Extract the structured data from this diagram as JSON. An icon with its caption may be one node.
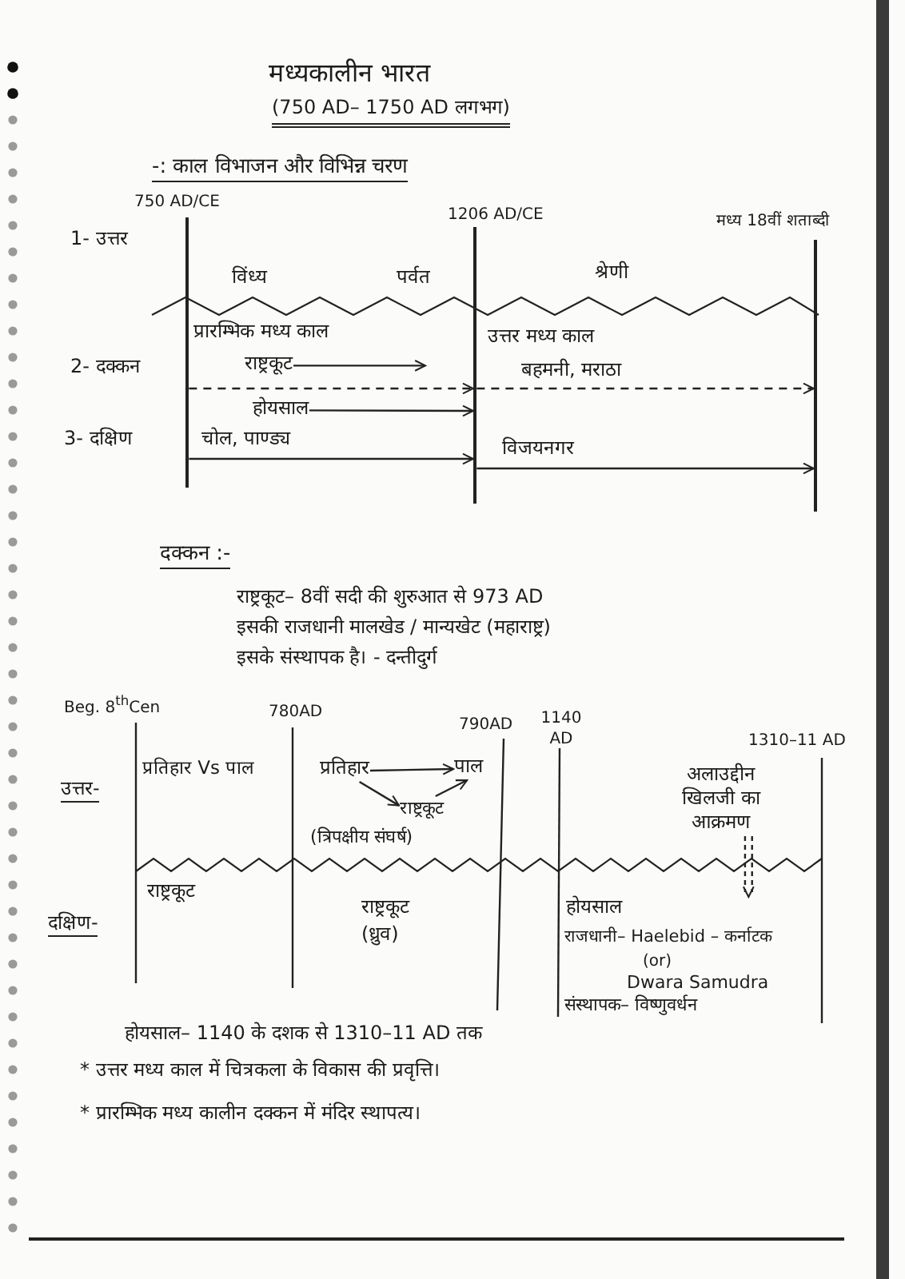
{
  "diagram": {
    "title": "मध्यकालीन भारत",
    "nodes": [
      {
        "text": [],
        "shape": "bar",
        "beside": [
          "750 AD/CE"
        ]
      },
      {
        "text": [],
        "shape": "bar",
        "beside": [
          "1206 AD/CE"
        ]
      },
      {
        "text": [],
        "shape": "bar",
        "beside": [
          "मध्य 18वीं शताब्दी"
        ]
      },
      {
        "text": [
          "राष्ट्रकूट"
        ]
      },
      {
        "text": [
          "होयसाल"
        ]
      },
      {
        "text": [
          "प्रतिहार"
        ]
      },
      {
        "text": [
          "पाल"
        ]
      },
      {
        "text": [
          "राष्ट्रकूट"
        ]
      },
      {
        "text": [
          "अलाउद्दीन खिलजी का आक्रमण"
        ]
      }
    ],
    "edges": [
      {
        "from": 3,
        "to": null,
        "arrow": "to"
      },
      {
        "from": 0,
        "to": 1,
        "arrow": "to",
        "style": "dashed"
      },
      {
        "from": 1,
        "to": 2,
        "arrow": "to",
        "style": "dashed",
        "label": "बहमनी, मराठा"
      },
      {
        "from": 4,
        "to": 1,
        "arrow": "to"
      },
      {
        "from": 0,
        "to": 1,
        "arrow": "to",
        "label": "चोल, पाण्ड्य"
      },
      {
        "from": 1,
        "to": 2,
        "arrow": "to",
        "label": "विजयनगर"
      },
      {
        "from": 5,
        "to": 6,
        "arrow": "to"
      },
      {
        "from": 5,
        "to": 7,
        "arrow": "to"
      },
      {
        "from": 7,
        "to": 6,
        "arrow": "to"
      },
      {
        "from": 8,
        "to": null,
        "arrow": "to",
        "style": "dashed"
      }
    ],
    "labels": [
      "(750 AD– 1750 AD लगभग)",
      "-: काल विभाजन और विभिन्न चरण",
      "1- उत्तर",
      "विंध्य",
      "पर्वत",
      "श्रेणी",
      "प्रारम्भिक मध्य काल",
      "उत्तर मध्य काल",
      "2- दक्कन",
      "3- दक्षिण",
      "दक्कन :-",
      "राष्ट्रकूट– 8वीं सदी की शुरुआत से 973 AD",
      "इसकी राजधानी मालखेड / मान्यखेट (महाराष्ट्र)",
      "इसके संस्थापक है। - दन्तीदुर्ग",
      "Beg. 8$^{th}$Cen",
      "780AD",
      "790AD",
      "1140 AD",
      "1310–11 AD",
      "उत्तर-",
      "प्रतिहार Vs पाल",
      "(त्रिपक्षीय संघर्ष)",
      "दक्षिण-",
      "राष्ट्रकूट",
      "राष्ट्रकूट",
      "(ध्रुव)",
      "होयसाल",
      "राजधानी– Haelebid – कर्नाटक",
      "(or)",
      "Dwara Samudra",
      "संस्थापक– विष्णुवर्धन",
      "होयसाल– 1140 के दशक से 1310–11 AD तक",
      "* उत्तर मध्य काल में चित्रकला के विकास की प्रवृत्ति।",
      "* प्रारम्भिक मध्य कालीन दक्कन में मंदिर स्थापत्य।"
    ]
  }
}
